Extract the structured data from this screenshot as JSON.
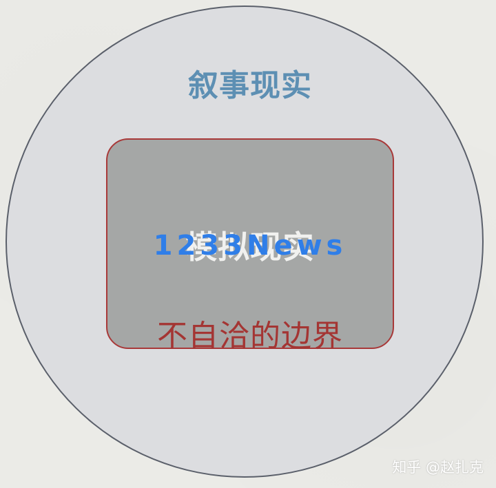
{
  "diagram": {
    "outer_label": "叙事现实",
    "inner_label": "模拟现实",
    "boundary_label": "不自洽的边界",
    "colors": {
      "outer_label": "#5d8fb3",
      "inner_fill": "#a5a7a6",
      "boundary": "#a83838",
      "outer_fill": "#dcdde0",
      "outer_border": "#5a5f6a"
    }
  },
  "watermark": {
    "text": "1233News"
  },
  "credit": {
    "text": "知乎 @赵扎克"
  }
}
